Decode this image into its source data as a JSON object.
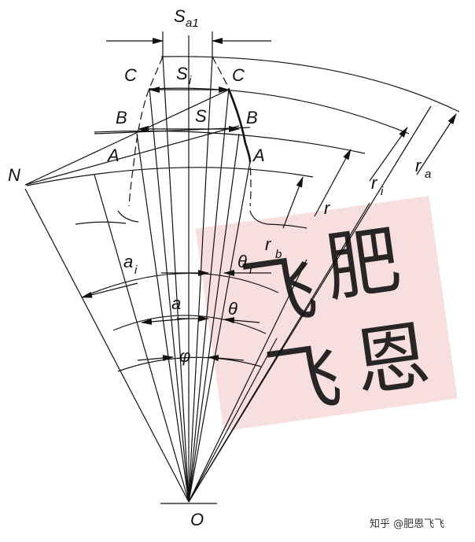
{
  "diagram": {
    "labels": {
      "sa1": "S",
      "sa1_sub": "a1",
      "c_left": "C",
      "c_right": "C",
      "si": "S",
      "si_sub": "i",
      "b_left": "B",
      "b_right": "B",
      "s": "S",
      "a_left": "A",
      "a_right": "A",
      "n": "N",
      "r": "r",
      "ri": "r",
      "ri_sub": "i",
      "ra": "r",
      "ra_sub": "a",
      "rb": "r",
      "rb_sub": "b",
      "ai": "a",
      "ai_sub": "i",
      "theta_i": "θ",
      "theta_i_sub": "i",
      "a": "a",
      "theta": "θ",
      "phi": "φ",
      "o": "O"
    },
    "stamp": {
      "chars": [
        "飞",
        "肥",
        "恩",
        "飞"
      ],
      "color": "#e8a0a0"
    },
    "watermark": "知乎 @肥恩飞飞"
  }
}
